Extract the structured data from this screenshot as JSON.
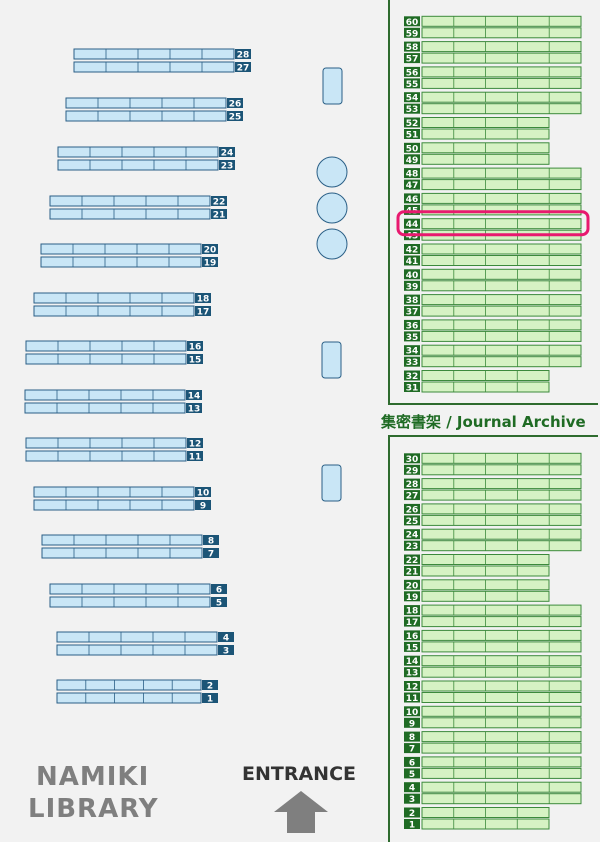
{
  "library_name_line1": "NAMIKI",
  "library_name_line2": "LIBRARY",
  "entrance_label": "ENTRANCE",
  "archive_label": "集密書架 / Journal Archive",
  "highlighted_shelf": "44",
  "colors": {
    "background": "#f2f2f2",
    "main_shelf_fill": "#c9e6f6",
    "main_shelf_stroke": "#2a5f86",
    "main_label_bg": "#1c5577",
    "archive_shelf_fill": "#d6f2c4",
    "archive_shelf_stroke": "#3c8a3c",
    "archive_label_bg": "#1f6b24",
    "highlight": "#e8196f",
    "wall": "#2e6b2e",
    "entrance_arrow": "#7f7f7f"
  },
  "main_shelves": [
    "1",
    "2",
    "3",
    "4",
    "5",
    "6",
    "7",
    "8",
    "9",
    "10",
    "11",
    "12",
    "13",
    "14",
    "15",
    "16",
    "17",
    "18",
    "19",
    "20",
    "21",
    "22",
    "23",
    "24",
    "25",
    "26",
    "27",
    "28"
  ],
  "archive_upper_shelves": [
    "31",
    "32",
    "33",
    "34",
    "35",
    "36",
    "37",
    "38",
    "39",
    "40",
    "41",
    "42",
    "43",
    "44",
    "45",
    "46",
    "47",
    "48",
    "49",
    "50",
    "51",
    "52",
    "53",
    "54",
    "55",
    "56",
    "57",
    "58",
    "59",
    "60"
  ],
  "archive_lower_shelves": [
    "1",
    "2",
    "3",
    "4",
    "5",
    "6",
    "7",
    "8",
    "9",
    "10",
    "11",
    "12",
    "13",
    "14",
    "15",
    "16",
    "17",
    "18",
    "19",
    "20",
    "21",
    "22",
    "23",
    "24",
    "25",
    "26",
    "27",
    "28",
    "29",
    "30"
  ]
}
